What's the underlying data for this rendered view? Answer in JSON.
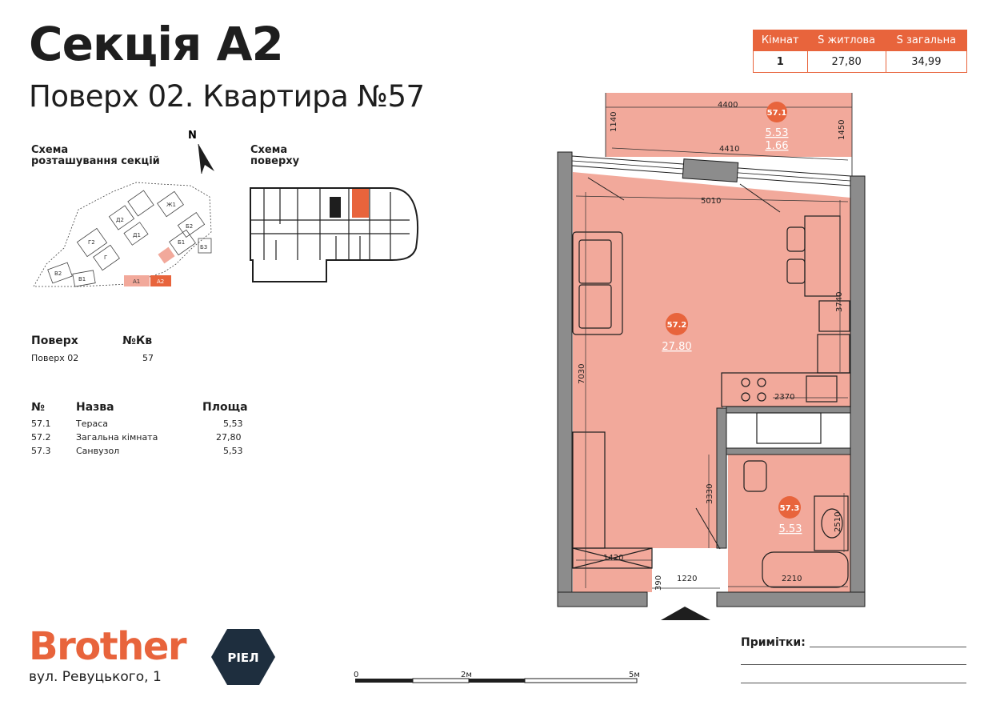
{
  "header": {
    "title": "Секція А2",
    "subtitle": "Поверх 02. Квартира №57"
  },
  "summary": {
    "headers": [
      "Кімнат",
      "S житлова",
      "S загальна"
    ],
    "values": [
      "1",
      "27,80",
      "34,99"
    ]
  },
  "schemes": {
    "sections_label_line1": "Схема",
    "sections_label_line2": "розташування секцій",
    "floor_label_line1": "Схема",
    "floor_label_line2": "поверху",
    "north": "N",
    "section_names": [
      "Ж1",
      "Д2",
      "Д1",
      "Г2",
      "Г",
      "Б2",
      "Б1",
      "Б3",
      "В2",
      "В1",
      "А1",
      "А2"
    ]
  },
  "floor_info": {
    "floor_header": "Поверх",
    "apt_header": "№Кв",
    "floor_value": "Поверх 02",
    "apt_value": "57"
  },
  "rooms": {
    "headers": {
      "num": "№",
      "name": "Назва",
      "area": "Площа"
    },
    "items": [
      {
        "num": "57.1",
        "name": "Тераса",
        "area": "5,53"
      },
      {
        "num": "57.2",
        "name": "Загальна кімната",
        "area": "27,80"
      },
      {
        "num": "57.3",
        "name": "Санвузол",
        "area": "5,53"
      }
    ]
  },
  "plan": {
    "room_tags": [
      {
        "id": "57.1",
        "area1": "5.53",
        "area2": "1.66"
      },
      {
        "id": "57.2",
        "area1": "27.80"
      },
      {
        "id": "57.3",
        "area1": "5.53"
      }
    ],
    "dimensions": [
      "4400",
      "1140",
      "1450",
      "4410",
      "5010",
      "3740",
      "7030",
      "2370",
      "3330",
      "2510",
      "1420",
      "390",
      "1220",
      "2210"
    ]
  },
  "scale": {
    "labels": [
      "0",
      "2м",
      "5м"
    ]
  },
  "footer": {
    "logo_text": "Brother",
    "badge": "РІЕЛ",
    "address": "вул. Ревуцького, 1",
    "notes_label": "Примітки:"
  },
  "colors": {
    "accent": "#e8643c",
    "room_fill": "#f2a99b",
    "dark": "#1e1e1e"
  }
}
